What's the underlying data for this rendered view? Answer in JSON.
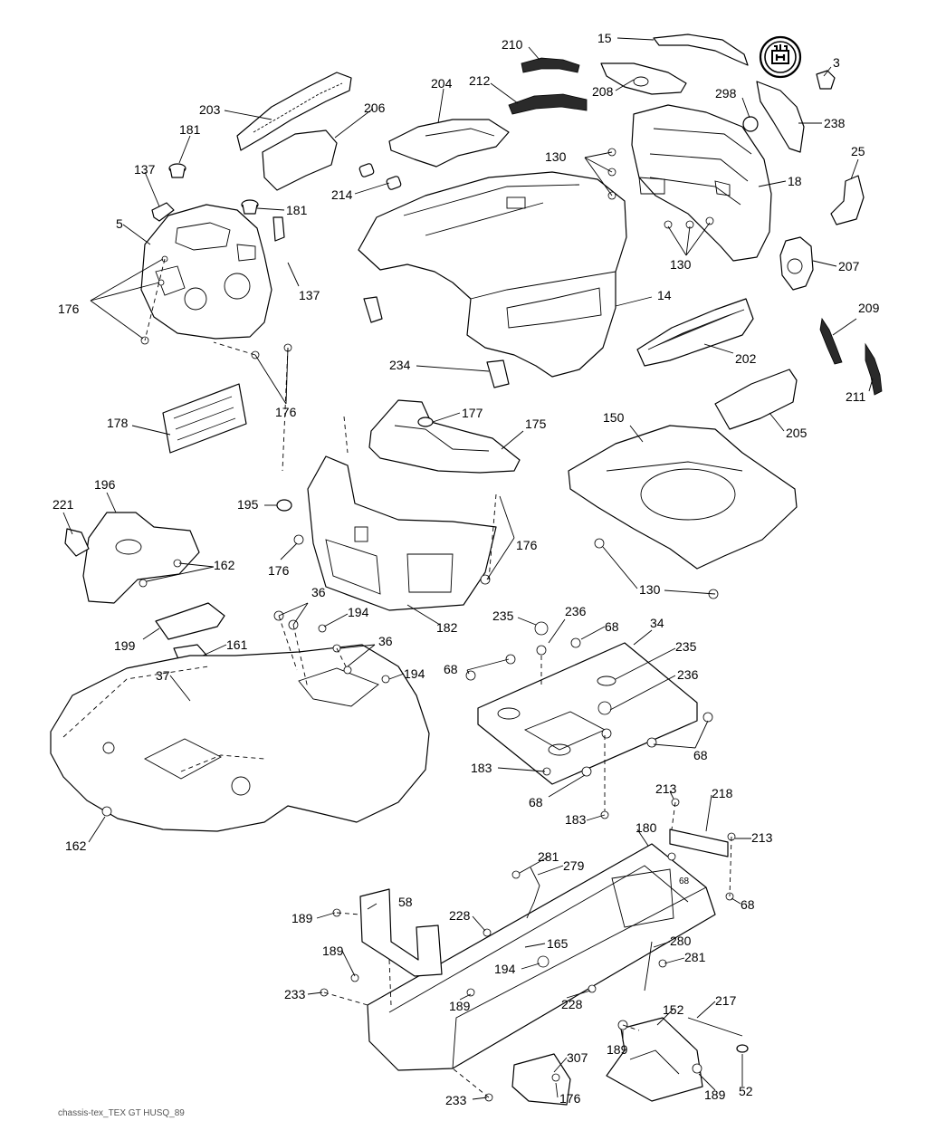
{
  "callouts": [
    {
      "id": "c15",
      "label": "15"
    },
    {
      "id": "c3",
      "label": "3"
    },
    {
      "id": "c210",
      "label": "210"
    },
    {
      "id": "c208",
      "label": "208"
    },
    {
      "id": "c298",
      "label": "298"
    },
    {
      "id": "c238",
      "label": "238"
    },
    {
      "id": "c212",
      "label": "212"
    },
    {
      "id": "c204",
      "label": "204"
    },
    {
      "id": "c203",
      "label": "203"
    },
    {
      "id": "c206",
      "label": "206"
    },
    {
      "id": "c181a",
      "label": "181"
    },
    {
      "id": "c137a",
      "label": "137"
    },
    {
      "id": "c181b",
      "label": "181"
    },
    {
      "id": "c5",
      "label": "5"
    },
    {
      "id": "c214",
      "label": "214"
    },
    {
      "id": "c130a",
      "label": "130"
    },
    {
      "id": "c18",
      "label": "18"
    },
    {
      "id": "c25",
      "label": "25"
    },
    {
      "id": "c130b",
      "label": "130"
    },
    {
      "id": "c207",
      "label": "207"
    },
    {
      "id": "c176a",
      "label": "176"
    },
    {
      "id": "c137b",
      "label": "137"
    },
    {
      "id": "c14",
      "label": "14"
    },
    {
      "id": "c209",
      "label": "209"
    },
    {
      "id": "c202",
      "label": "202"
    },
    {
      "id": "c234",
      "label": "234"
    },
    {
      "id": "c211",
      "label": "211"
    },
    {
      "id": "c178",
      "label": "178"
    },
    {
      "id": "c176b",
      "label": "176"
    },
    {
      "id": "c177",
      "label": "177"
    },
    {
      "id": "c175",
      "label": "175"
    },
    {
      "id": "c150",
      "label": "150"
    },
    {
      "id": "c205",
      "label": "205"
    },
    {
      "id": "c196",
      "label": "196"
    },
    {
      "id": "c221",
      "label": "221"
    },
    {
      "id": "c195",
      "label": "195"
    },
    {
      "id": "c176c",
      "label": "176"
    },
    {
      "id": "c176d",
      "label": "176"
    },
    {
      "id": "c162a",
      "label": "162"
    },
    {
      "id": "c130c",
      "label": "130"
    },
    {
      "id": "c36a",
      "label": "36"
    },
    {
      "id": "c194a",
      "label": "194"
    },
    {
      "id": "c182",
      "label": "182"
    },
    {
      "id": "c235a",
      "label": "235"
    },
    {
      "id": "c236a",
      "label": "236"
    },
    {
      "id": "c68a",
      "label": "68"
    },
    {
      "id": "c34",
      "label": "34"
    },
    {
      "id": "c199",
      "label": "199"
    },
    {
      "id": "c161",
      "label": "161"
    },
    {
      "id": "c36b",
      "label": "36"
    },
    {
      "id": "c235b",
      "label": "235"
    },
    {
      "id": "c68b",
      "label": "68"
    },
    {
      "id": "c37",
      "label": "37"
    },
    {
      "id": "c194b",
      "label": "194"
    },
    {
      "id": "c236b",
      "label": "236"
    },
    {
      "id": "c68c",
      "label": "68"
    },
    {
      "id": "c183a",
      "label": "183"
    },
    {
      "id": "c68d",
      "label": "68"
    },
    {
      "id": "c213a",
      "label": "213"
    },
    {
      "id": "c218",
      "label": "218"
    },
    {
      "id": "c162b",
      "label": "162"
    },
    {
      "id": "c183b",
      "label": "183"
    },
    {
      "id": "c213b",
      "label": "213"
    },
    {
      "id": "c180",
      "label": "180"
    },
    {
      "id": "c281a",
      "label": "281"
    },
    {
      "id": "c279",
      "label": "279"
    },
    {
      "id": "c68e",
      "label": "68"
    },
    {
      "id": "c58",
      "label": "58"
    },
    {
      "id": "c189a",
      "label": "189"
    },
    {
      "id": "c68f",
      "label": "68"
    },
    {
      "id": "c228a",
      "label": "228"
    },
    {
      "id": "c189b",
      "label": "189"
    },
    {
      "id": "c165",
      "label": "165"
    },
    {
      "id": "c280",
      "label": "280"
    },
    {
      "id": "c281b",
      "label": "281"
    },
    {
      "id": "c194c",
      "label": "194"
    },
    {
      "id": "c233a",
      "label": "233"
    },
    {
      "id": "c189c",
      "label": "189"
    },
    {
      "id": "c228b",
      "label": "228"
    },
    {
      "id": "c217",
      "label": "217"
    },
    {
      "id": "c152",
      "label": "152"
    },
    {
      "id": "c189d",
      "label": "189"
    },
    {
      "id": "c307",
      "label": "307"
    },
    {
      "id": "c233b",
      "label": "233"
    },
    {
      "id": "c176e",
      "label": "176"
    },
    {
      "id": "c189e",
      "label": "189"
    },
    {
      "id": "c52",
      "label": "52"
    }
  ],
  "footer": {
    "text": "chassis-tex_TEX GT HUSQ_89"
  },
  "colors": {
    "line": "#000000",
    "background": "#ffffff",
    "footer": "#555555"
  }
}
